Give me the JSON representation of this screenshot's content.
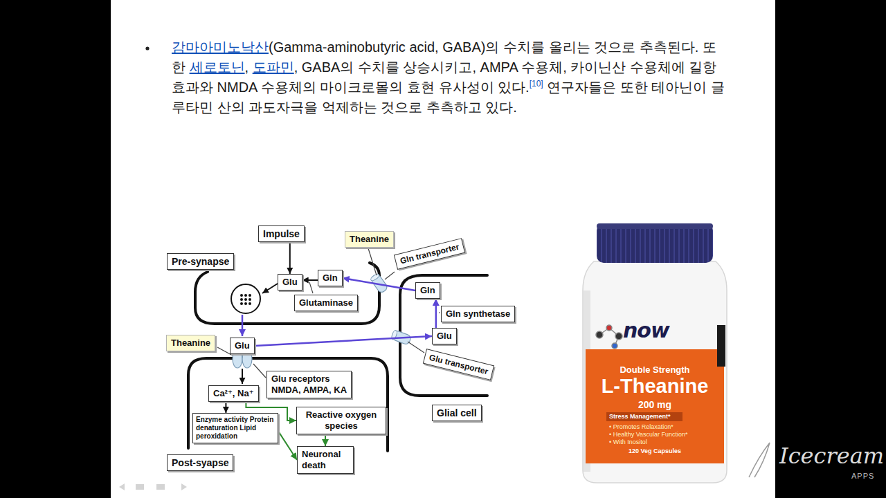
{
  "diagram": {
    "nodes": [
      {
        "text": [
          "Impulse"
        ]
      },
      {
        "text": [
          "Theanine"
        ]
      },
      {
        "text": [
          "Gln transporter"
        ]
      },
      {
        "text": [
          "Pre-synapse"
        ]
      },
      {
        "text": [
          "Glu"
        ]
      },
      {
        "text": [
          "Gln"
        ]
      },
      {
        "text": [
          "Gln"
        ]
      },
      {
        "text": [
          "Glutaminase"
        ]
      },
      {
        "text": [
          "Gln synthetase"
        ]
      },
      {
        "text": [
          "Theanine"
        ]
      },
      {
        "text": [
          "Glu"
        ]
      },
      {
        "text": [
          "Glu"
        ]
      },
      {
        "text": [
          "Glu transporter"
        ]
      },
      {
        "text": [
          "Glu receptors",
          "NMDA, AMPA, KA"
        ]
      },
      {
        "text": [
          "Ca²⁺, Na⁺"
        ]
      },
      {
        "text": [
          "Enzyme activity Protein denaturation Lipid peroxidation"
        ]
      },
      {
        "text": [
          "Reactive oxygen species"
        ]
      },
      {
        "text": [
          "Glial cell"
        ]
      },
      {
        "text": [
          "Neuronal death"
        ]
      },
      {
        "text": [
          "Post-syapse"
        ]
      }
    ],
    "edges": [
      {
        "from": 0,
        "to": 4,
        "arrow": "to"
      },
      {
        "from": 5,
        "to": 4,
        "arrow": "to"
      },
      {
        "from": 10,
        "to": 11,
        "arrow": "to"
      },
      {
        "from": 11,
        "to": 6,
        "arrow": "to"
      },
      {
        "from": 6,
        "to": 5,
        "arrow": "to"
      },
      {
        "from": 14,
        "to": 15,
        "arrow": "to"
      },
      {
        "from": 14,
        "to": 16,
        "arrow": "to"
      },
      {
        "from": 15,
        "to": 18,
        "arrow": "to"
      },
      {
        "from": 16,
        "to": 18,
        "arrow": "to"
      }
    ],
    "labels": [
      "감마아미노낙산",
      "(Gamma-aminobutyric acid, GABA)의 수치를 올리는 것으로 추측된다. 또한 ",
      "세로토닌",
      ", ",
      "도파민",
      ", GABA의 수치를 상승시키고, AMPA 수용체, 카이닌산 수용체에 길항효과와 NMDA 수용체의 마이크로몰의 효현 유사성이 있다.",
      "[10]",
      " 연구자들은 또한 테아닌이 글루타민 산의 과도자극을 억제하는 것으로 추측하고 있다.",
      "now",
      "Double Strength",
      "L-Theanine",
      "200 mg",
      "Stress Management*",
      "• Promotes Relaxation*",
      "• Healthy Vascular Function*",
      "• With Inositol",
      "120 Veg Capsules",
      "Icecream",
      "APPS"
    ]
  }
}
